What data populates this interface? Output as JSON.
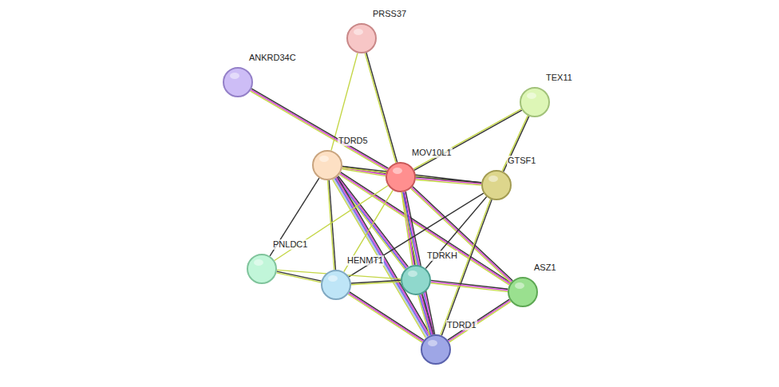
{
  "diagram": {
    "nodes": [
      {
        "text": [
          "PRSS37"
        ]
      },
      {
        "text": [
          "ANKRD34C"
        ]
      },
      {
        "text": [
          "TEX11"
        ]
      },
      {
        "text": [
          "TDRD5"
        ]
      },
      {
        "text": [
          "MOV10L1"
        ]
      },
      {
        "text": [
          "GTSF1"
        ]
      },
      {
        "text": [
          "PNLDC1"
        ]
      },
      {
        "text": [
          "HENMT1"
        ]
      },
      {
        "text": [
          "TDRKH"
        ]
      },
      {
        "text": [
          "ASZ1"
        ]
      },
      {
        "text": [
          "TDRD1"
        ]
      }
    ],
    "edges": [
      {
        "from": 0,
        "to": 3,
        "arrow": "none"
      },
      {
        "from": 0,
        "to": 4,
        "arrow": "none"
      },
      {
        "from": 1,
        "to": 4,
        "arrow": "none"
      },
      {
        "from": 2,
        "to": 4,
        "arrow": "none"
      },
      {
        "from": 2,
        "to": 5,
        "arrow": "none"
      },
      {
        "from": 3,
        "to": 4,
        "arrow": "none"
      },
      {
        "from": 3,
        "to": 5,
        "arrow": "none"
      },
      {
        "from": 3,
        "to": 6,
        "arrow": "none"
      },
      {
        "from": 3,
        "to": 7,
        "arrow": "none"
      },
      {
        "from": 3,
        "to": 8,
        "arrow": "none"
      },
      {
        "from": 3,
        "to": 10,
        "arrow": "none"
      },
      {
        "from": 3,
        "to": 9,
        "arrow": "none"
      },
      {
        "from": 4,
        "to": 5,
        "arrow": "none"
      },
      {
        "from": 4,
        "to": 6,
        "arrow": "none"
      },
      {
        "from": 4,
        "to": 7,
        "arrow": "none"
      },
      {
        "from": 4,
        "to": 8,
        "arrow": "none"
      },
      {
        "from": 4,
        "to": 10,
        "arrow": "none"
      },
      {
        "from": 4,
        "to": 9,
        "arrow": "none"
      },
      {
        "from": 5,
        "to": 7,
        "arrow": "none"
      },
      {
        "from": 5,
        "to": 8,
        "arrow": "none"
      },
      {
        "from": 5,
        "to": 10,
        "arrow": "none"
      },
      {
        "from": 6,
        "to": 7,
        "arrow": "none"
      },
      {
        "from": 6,
        "to": 8,
        "arrow": "none"
      },
      {
        "from": 7,
        "to": 8,
        "arrow": "none"
      },
      {
        "from": 7,
        "to": 10,
        "arrow": "none"
      },
      {
        "from": 8,
        "to": 10,
        "arrow": "none"
      },
      {
        "from": 8,
        "to": 9,
        "arrow": "none"
      },
      {
        "from": 10,
        "to": 9,
        "arrow": "none"
      }
    ]
  }
}
